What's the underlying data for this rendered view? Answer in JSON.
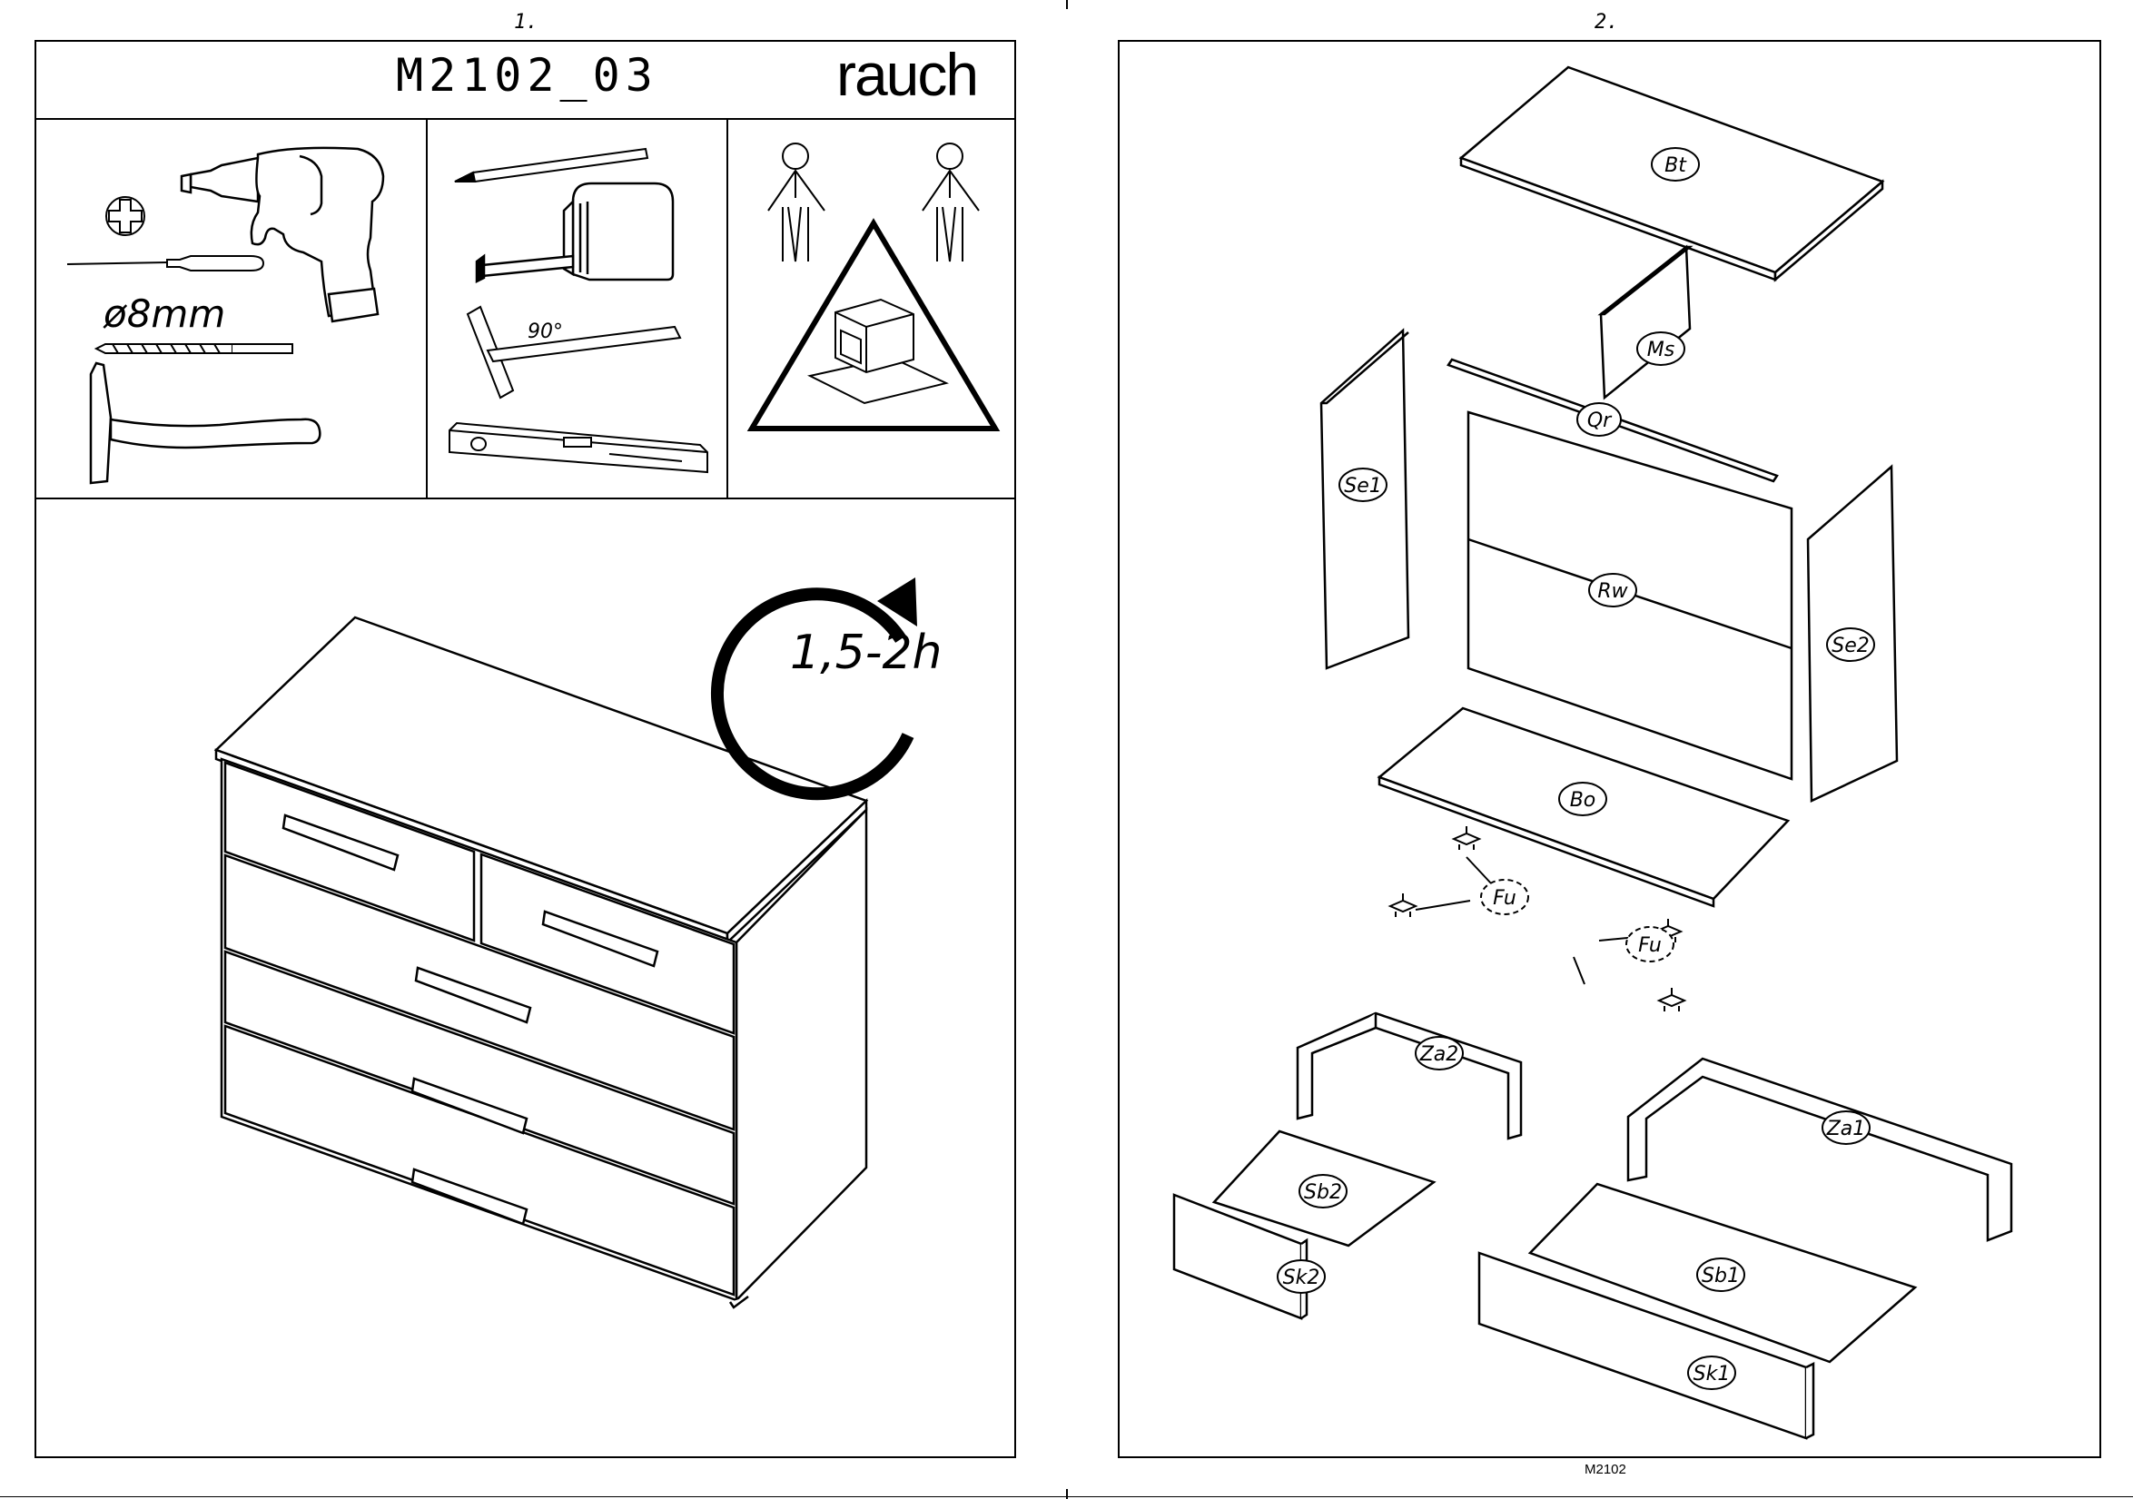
{
  "page_left": {
    "number": "1.",
    "model_code": "M2102_03",
    "brand": "rauch",
    "tools": {
      "drill_size_label": "ø8mm",
      "angle_label": "90°"
    },
    "assembly_time": "1,5-2h"
  },
  "page_right": {
    "number": "2.",
    "parts": [
      "Bt",
      "Ms",
      "Qr",
      "Se1",
      "Rw",
      "Se2",
      "Bo",
      "Fu",
      "Fu",
      "Za2",
      "Za1",
      "Sb2",
      "Sb1",
      "Sk2",
      "Sk1"
    ],
    "footer_code": "M2102"
  },
  "icons": [
    "drill-icon",
    "screwdriver-icon",
    "phillips-bit-icon",
    "drill-bit-icon",
    "hammer-icon",
    "pencil-icon",
    "tape-measure-icon",
    "try-square-icon",
    "spirit-level-icon",
    "person-icon",
    "warning-triangle-icon",
    "clock-arrow-icon"
  ]
}
